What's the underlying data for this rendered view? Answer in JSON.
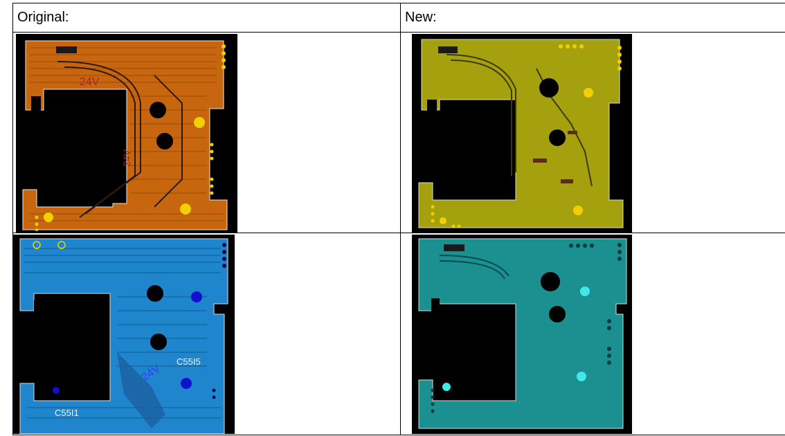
{
  "table": {
    "header_original": "Original:",
    "header_new": "New:"
  },
  "panels": {
    "orig_top": {
      "labels": [
        "24V",
        "24V"
      ],
      "board_color": "#c8660f",
      "label_color": "#a8241f"
    },
    "new_top": {
      "board_color": "#a4a00e"
    },
    "orig_bottom": {
      "labels": [
        "24V",
        "C55I5",
        "C55I1"
      ],
      "board_color": "#1f85cc",
      "label_color": "#3a3aff"
    },
    "new_bottom": {
      "board_color": "#1b9090"
    }
  }
}
